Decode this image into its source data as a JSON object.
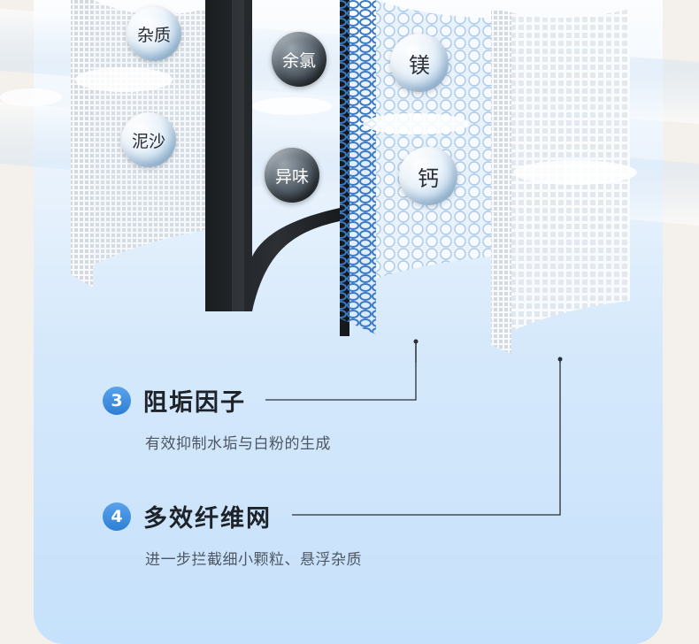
{
  "contaminants": [
    {
      "label": "杂质"
    },
    {
      "label": "泥沙"
    },
    {
      "label": "余氯"
    },
    {
      "label": "异味"
    },
    {
      "label": "镁"
    },
    {
      "label": "钙"
    }
  ],
  "features": [
    {
      "number": "3",
      "title": "阻垢因子",
      "description": "有效抑制水垢与白粉的生成"
    },
    {
      "number": "4",
      "title": "多效纤维网",
      "description": "进一步拦截细小颗粒、悬浮杂质"
    }
  ],
  "colors": {
    "badge": "#3a8de0",
    "panel_bottom": "#c6e1fb",
    "page_background": "#f4f0eb",
    "leader_line": "#2b2f35"
  }
}
